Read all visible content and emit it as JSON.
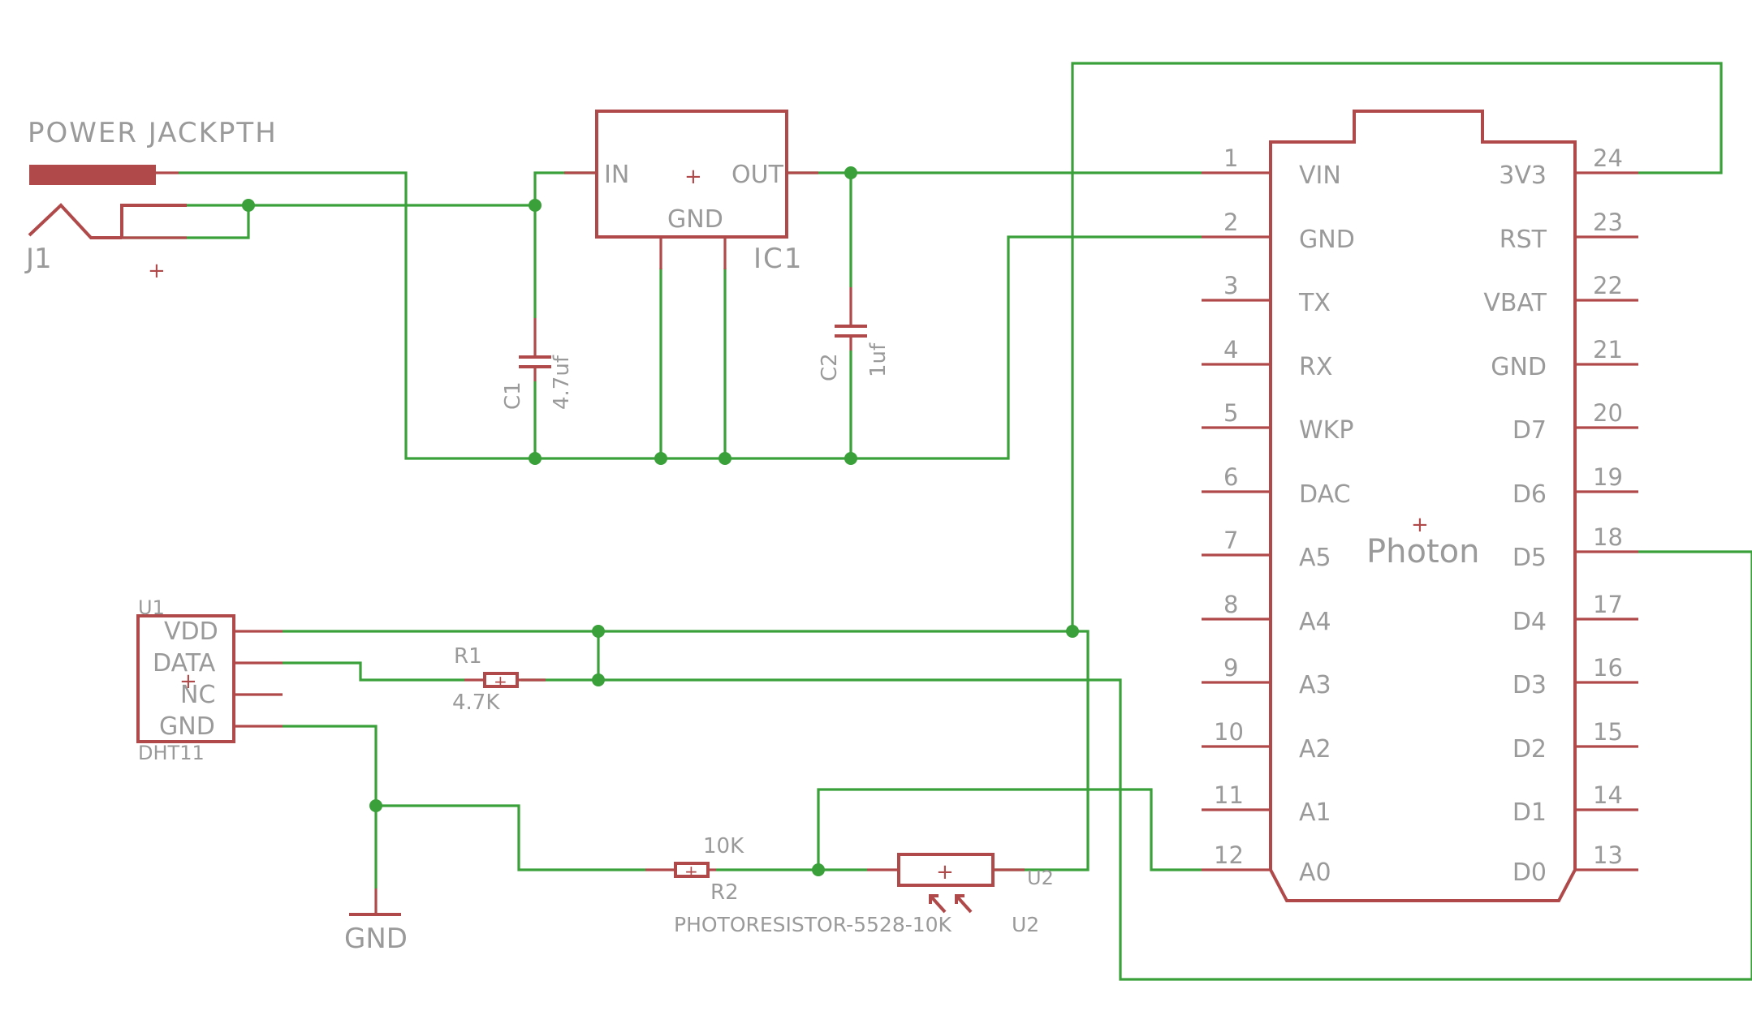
{
  "power_jack": {
    "title": "POWER JACKPTH",
    "ref": "J1",
    "plus": "+"
  },
  "regulator": {
    "in": "IN",
    "out": "OUT",
    "gnd": "GND",
    "ref": "IC1",
    "plus": "+"
  },
  "c1": {
    "ref": "C1",
    "value": "4.7uf"
  },
  "c2": {
    "ref": "C2",
    "value": "1uf"
  },
  "photon": {
    "name": "Photon",
    "plus": "+",
    "left_pins": [
      {
        "num": "1",
        "name": "VIN"
      },
      {
        "num": "2",
        "name": "GND"
      },
      {
        "num": "3",
        "name": "TX"
      },
      {
        "num": "4",
        "name": "RX"
      },
      {
        "num": "5",
        "name": "WKP"
      },
      {
        "num": "6",
        "name": "DAC"
      },
      {
        "num": "7",
        "name": "A5"
      },
      {
        "num": "8",
        "name": "A4"
      },
      {
        "num": "9",
        "name": "A3"
      },
      {
        "num": "10",
        "name": "A2"
      },
      {
        "num": "11",
        "name": "A1"
      },
      {
        "num": "12",
        "name": "A0"
      }
    ],
    "right_pins": [
      {
        "num": "24",
        "name": "3V3"
      },
      {
        "num": "23",
        "name": "RST"
      },
      {
        "num": "22",
        "name": "VBAT"
      },
      {
        "num": "21",
        "name": "GND"
      },
      {
        "num": "20",
        "name": "D7"
      },
      {
        "num": "19",
        "name": "D6"
      },
      {
        "num": "18",
        "name": "D5"
      },
      {
        "num": "17",
        "name": "D4"
      },
      {
        "num": "16",
        "name": "D3"
      },
      {
        "num": "15",
        "name": "D2"
      },
      {
        "num": "14",
        "name": "D1"
      },
      {
        "num": "13",
        "name": "D0"
      }
    ]
  },
  "dht": {
    "ref": "U1",
    "name": "DHT11",
    "plus": "+",
    "pins": [
      "VDD",
      "DATA",
      "NC",
      "GND"
    ]
  },
  "r1": {
    "ref": "R1",
    "value": "4.7K"
  },
  "r2": {
    "ref": "R2",
    "value": "10K"
  },
  "photoresistor": {
    "name": "PHOTORESISTOR-5528-10K",
    "ref": "U2",
    "ref2": "U2",
    "plus": "+"
  },
  "gnd_symbol": {
    "label": "GND"
  },
  "colors": {
    "wire": "#3aa03a",
    "symbol": "#b04a4a",
    "label": "#9a9a9a"
  }
}
